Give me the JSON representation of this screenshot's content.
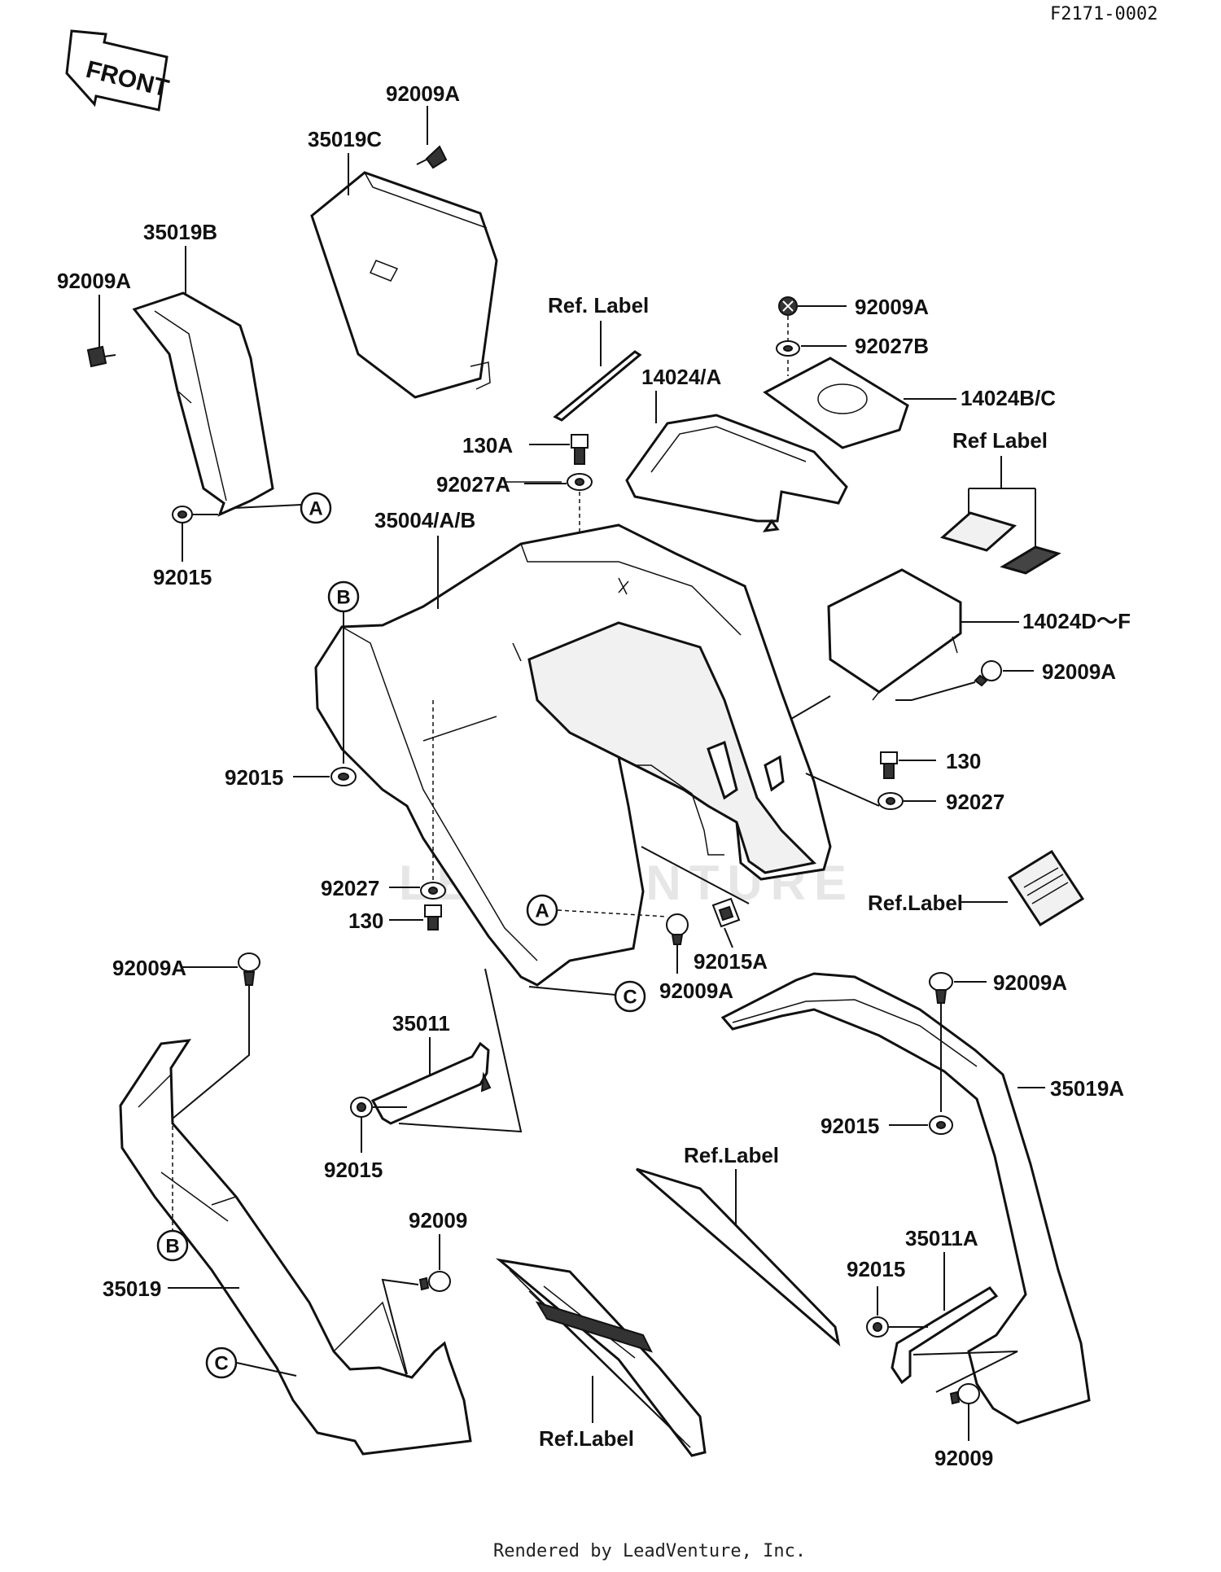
{
  "diagram_id": "F2171-0002",
  "front_arrow": "FRONT",
  "footer": "Rendered by LeadVenture, Inc.",
  "watermark": "LEADVENTURE",
  "labels": {
    "p35019C": "35019C",
    "p92009A_top": "92009A",
    "p35019B": "35019B",
    "p92009A_left": "92009A",
    "p92015_left": "92015",
    "ref_label_top": "Ref. Label",
    "p92009A_r1": "92009A",
    "p92027B": "92027B",
    "p14024A": "14024/A",
    "p14024BC": "14024B/C",
    "p130A": "130A",
    "p92027A": "92027A",
    "ref_label_right": "Ref Label",
    "p35004AB": "35004/A/B",
    "p14024DF": "14024D～F",
    "p92009A_r2": "92009A",
    "p92015_mid": "92015",
    "p130_r": "130",
    "p92027_r": "92027",
    "p92027_mid": "92027",
    "p130_mid": "130",
    "ref_label_mid_right": "Ref.Label",
    "p92015A": "92015A",
    "p92009A_center": "92009A",
    "p92009A_lower_left": "92009A",
    "p92009A_lower_right": "92009A",
    "p35011": "35011",
    "p35019A": "35019A",
    "p92015_lower_left": "92015",
    "p92015_lower_right": "92015",
    "ref_label_lower": "Ref.Label",
    "p92009_lower": "92009",
    "p35011A": "35011A",
    "p35019": "35019",
    "p92015_r3": "92015",
    "ref_label_bottom": "Ref.Label",
    "p92009_bottom_right": "92009"
  },
  "callouts": {
    "a1": "A",
    "b1": "B",
    "a2": "A",
    "c1": "C",
    "b2": "B",
    "c2": "C"
  }
}
